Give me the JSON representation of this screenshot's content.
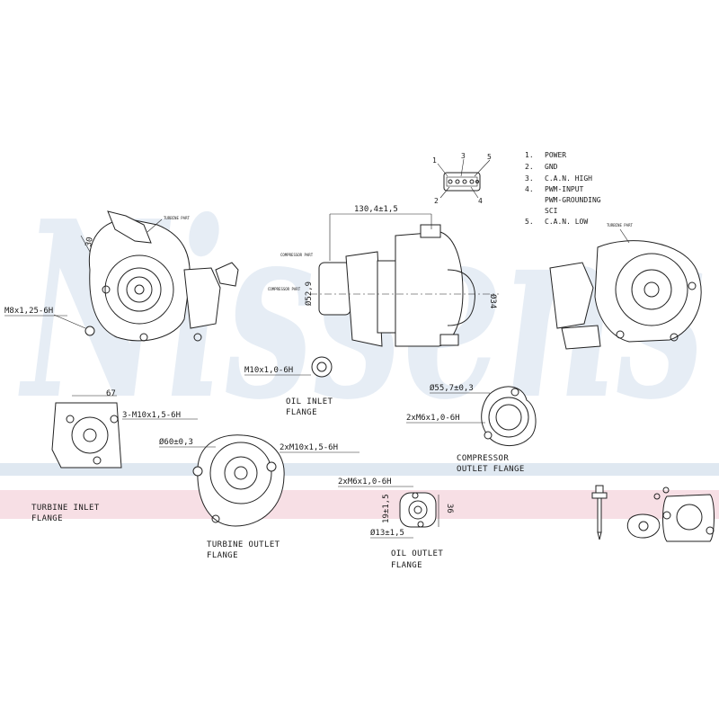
{
  "brand": {
    "watermark": "Nissens",
    "accent": "#e6edf5",
    "band_color": "#f7dfe5",
    "band_line": "#c6d6e4"
  },
  "connector": {
    "pins": [
      "1",
      "3",
      "5",
      "2",
      "4"
    ]
  },
  "pin_legend": [
    {
      "num": "1.",
      "label": "POWER"
    },
    {
      "num": "2.",
      "label": "GND"
    },
    {
      "num": "3.",
      "label": "C.A.N. HIGH"
    },
    {
      "num": "4.",
      "label": "PWM-INPUT"
    },
    {
      "num": "",
      "label": "PWM-GROUNDING"
    },
    {
      "num": "",
      "label": "SCI"
    },
    {
      "num": "5.",
      "label": "C.A.N. LOW"
    }
  ],
  "dimensions": {
    "length": "130,4±1,5",
    "main_d1": "Ø52,9",
    "main_d2": "Ø34",
    "left_thread": "M8x1,25-6H",
    "oil_inlet_thread": "M10x1,0-6H",
    "turbine_inlet_width": "67",
    "turbine_inlet_thread": "3-M10x1,5-6H",
    "turbine_outlet_dia": "Ø60±0,3",
    "turbine_outlet_thread": "2xM10x1,5-6H",
    "oil_outlet_thread": "2xM6x1,0-6H",
    "oil_outlet_h1": "19±1,5",
    "oil_outlet_h2": "36",
    "oil_outlet_dia": "Ø13±1,5",
    "compressor_outlet_dia": "Ø55,7±0,3",
    "compressor_outlet_thread": "2xM6x1,0-6H"
  },
  "labels": {
    "oil_inlet_1": "OIL INLET",
    "oil_inlet_2": "FLANGE",
    "compressor_outlet_1": "COMPRESSOR",
    "compressor_outlet_2": "OUTLET FLANGE",
    "turbine_inlet_1": "TURBINE INLET",
    "turbine_inlet_2": "FLANGE",
    "turbine_outlet_1": "TURBINE OUTLET",
    "turbine_outlet_2": "FLANGE",
    "oil_outlet_1": "OIL OUTLET",
    "oil_outlet_2": "FLANGE"
  },
  "small_notes": {
    "turbine_part": "TURBINE PART",
    "compressor_part": "COMPRESSOR PART",
    "comp_part_side": "COMPRESSOR PART"
  }
}
